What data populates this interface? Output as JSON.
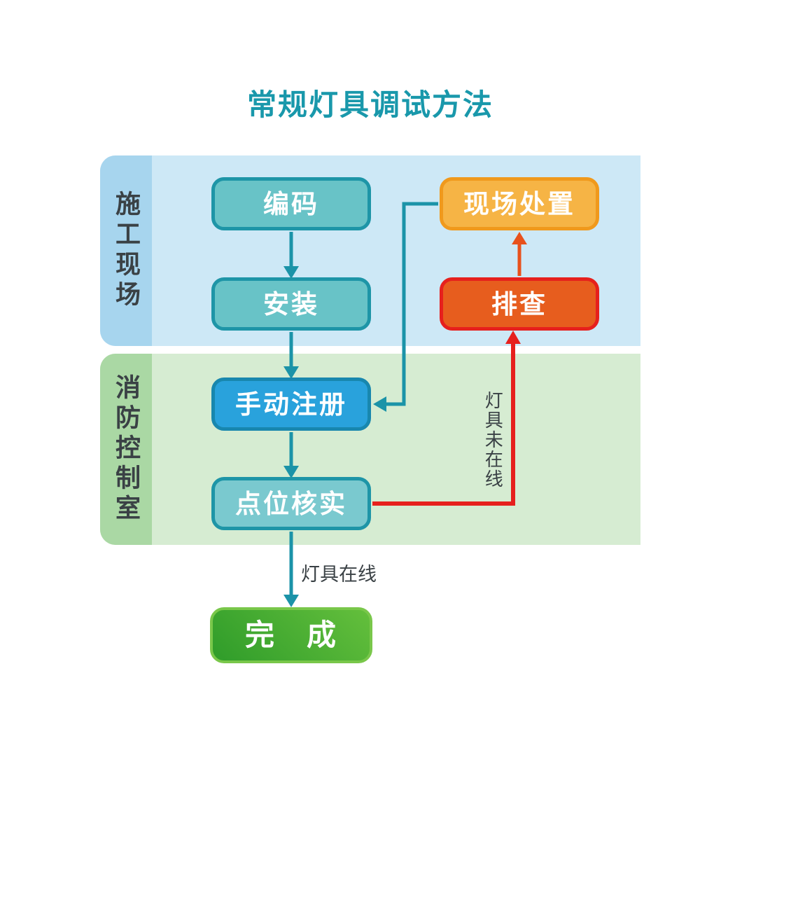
{
  "title": {
    "text": "常规灯具调试方法",
    "color": "#1998ab"
  },
  "lanes": [
    {
      "id": "construction-site",
      "label": "施工现场",
      "bg": "#cde8f6",
      "strip": "#a7d5ee"
    },
    {
      "id": "fire-control-room",
      "label": "消防控制室",
      "bg": "#d6ecd2",
      "strip": "#aad8a4"
    }
  ],
  "nodes": [
    {
      "id": "encode",
      "label": "编码",
      "fill": "#68c3c7",
      "border": "#1e95a7"
    },
    {
      "id": "install",
      "label": "安装",
      "fill": "#68c3c7",
      "border": "#1e95a7"
    },
    {
      "id": "onsite-handle",
      "label": "现场处置",
      "fill": "#f6b445",
      "border": "#f0991c"
    },
    {
      "id": "troubleshoot",
      "label": "排查",
      "fill": "#e75d1e",
      "border": "#e6201d"
    },
    {
      "id": "manual-register",
      "label": "手动注册",
      "fill": "#29a2dc",
      "border": "#1887ae"
    },
    {
      "id": "point-verify",
      "label": "点位核实",
      "fill": "#7ac9cf",
      "border": "#1e95a7"
    },
    {
      "id": "complete",
      "label": "完　成",
      "fill": "#4aae31",
      "border": "#79c74a"
    }
  ],
  "edge_labels": {
    "lamp_online": "灯具在线",
    "lamp_offline": "灯具未在线"
  },
  "colors": {
    "flow_arrow": "#1b93a8",
    "warn_arrow": "#e8511c",
    "alert_arrow": "#e6201d",
    "label_text": "#3a4145"
  }
}
